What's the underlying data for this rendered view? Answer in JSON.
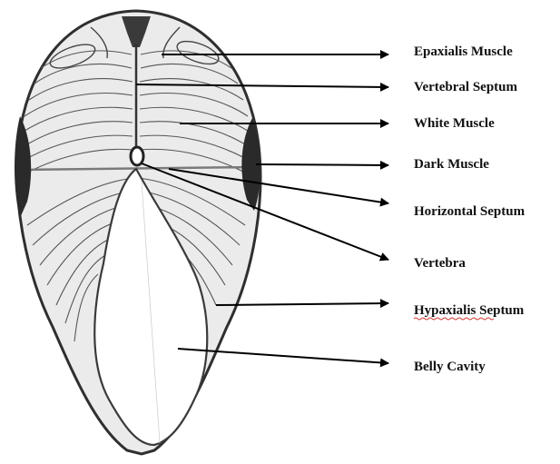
{
  "diagram": {
    "labels": [
      {
        "id": "epaxialis",
        "text": "Epaxialis Muscle"
      },
      {
        "id": "vertebral-septum",
        "text": "Vertebral Septum"
      },
      {
        "id": "white-muscle",
        "text": "White Muscle"
      },
      {
        "id": "dark-muscle",
        "text": "Dark Muscle"
      },
      {
        "id": "horizontal-septum",
        "text": "Horizontal Septum"
      },
      {
        "id": "vertebra",
        "text": "Vertebra"
      },
      {
        "id": "hypaxialis-septum",
        "text": "Hypaxialis Septum"
      },
      {
        "id": "belly-cavity",
        "text": "Belly Cavity"
      }
    ],
    "colors": {
      "flesh": "#ecebeb",
      "outline": "#2f2f2f",
      "dark_muscle": "#2a2a2a",
      "cavity": "#ffffff",
      "arrow": "#000000",
      "spellcheck_underline": "#d0352b"
    }
  }
}
